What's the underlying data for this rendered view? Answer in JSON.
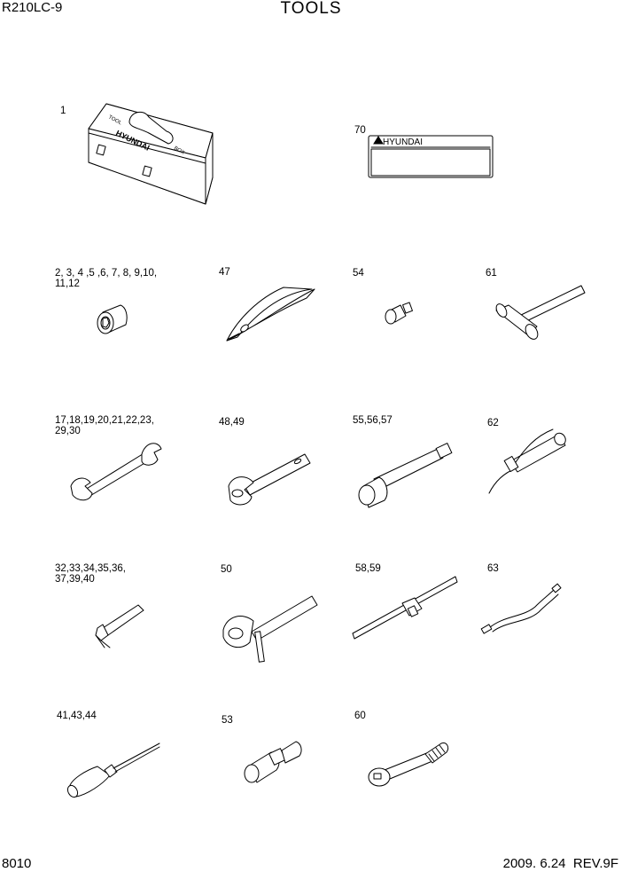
{
  "header": {
    "model": "R210LC-9",
    "title": "TOOLS"
  },
  "footer": {
    "page_number": "8010",
    "revision": "2009. 6.24  REV.9F"
  },
  "toolbox": {
    "ref": "1",
    "lid_text_left": "TOOL",
    "lid_text_right": "BOX",
    "brand": "HYUNDAI"
  },
  "nameplate": {
    "ref": "70",
    "brand": "HYUNDAI"
  },
  "items": [
    {
      "ref": "2, 3, 4 ,5 ,6, 7, 8, 9,10,\n11,12",
      "icon": "socket-icon"
    },
    {
      "ref": "47",
      "icon": "pliers-icon"
    },
    {
      "ref": "54",
      "icon": "adapter-icon"
    },
    {
      "ref": "61",
      "icon": "hammer-icon"
    },
    {
      "ref": "17,18,19,20,21,22,23,\n29,30",
      "icon": "open-end-wrench-icon"
    },
    {
      "ref": "48,49",
      "icon": "adjustable-wrench-icon"
    },
    {
      "ref": "55,56,57",
      "icon": "extension-bar-icon"
    },
    {
      "ref": "62",
      "icon": "grease-gun-icon"
    },
    {
      "ref": "32,33,34,35,36,\n37,39,40",
      "icon": "hex-key-icon"
    },
    {
      "ref": "50",
      "icon": "pipe-wrench-icon"
    },
    {
      "ref": "58,59",
      "icon": "t-handle-icon"
    },
    {
      "ref": "63",
      "icon": "hose-icon"
    },
    {
      "ref": "41,43,44",
      "icon": "screwdriver-icon"
    },
    {
      "ref": "53",
      "icon": "universal-joint-icon"
    },
    {
      "ref": "60",
      "icon": "ratchet-icon"
    }
  ]
}
